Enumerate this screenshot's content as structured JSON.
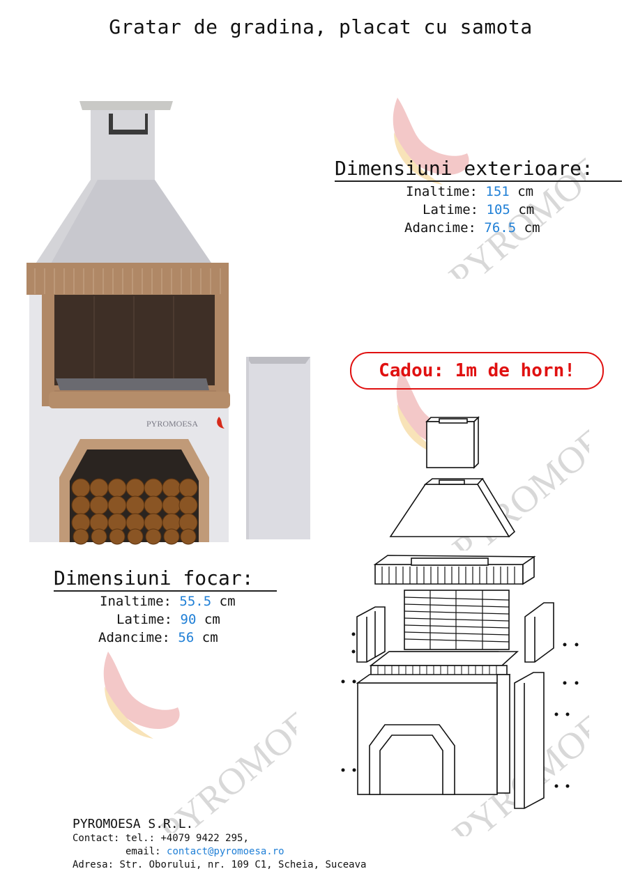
{
  "title": "Gratar de gradina, placat cu samota",
  "exterior_dimensions": {
    "heading": "Dimensiuni exterioare:",
    "rows": [
      {
        "label": "Inaltime:",
        "value": "151",
        "unit": "cm"
      },
      {
        "label": "Latime:",
        "value": "105",
        "unit": "cm"
      },
      {
        "label": "Adancime:",
        "value": "76.5",
        "unit": "cm"
      }
    ]
  },
  "firebox_dimensions": {
    "heading": "Dimensiuni focar:",
    "rows": [
      {
        "label": "Inaltime:",
        "value": "55.5",
        "unit": "cm"
      },
      {
        "label": "Latime:",
        "value": "90",
        "unit": "cm"
      },
      {
        "label": "Adancime:",
        "value": "56",
        "unit": "cm"
      }
    ]
  },
  "gift_badge": "Cadou: 1m de horn!",
  "product_render": {
    "brand_mark": "PYROMOESA"
  },
  "watermark": "PYROMOESA",
  "footer": {
    "company": "PYROMOESA S.R.L.",
    "contact_label": "Contact: tel.:",
    "phone": "+4079 9422 295,",
    "email_label": "email:",
    "email": "contact@pyromoesa.ro",
    "address_label": "Adresa:",
    "address": "Str. Oborului, nr. 109 C1, Scheia, Suceava"
  },
  "colors": {
    "accent_blue": "#1f7fd6",
    "gift_red": "#e01010",
    "brick": "#b08866",
    "stucco": "#e6e6ea"
  }
}
